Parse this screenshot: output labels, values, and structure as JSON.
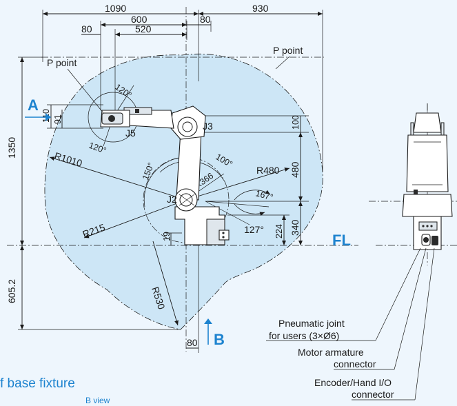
{
  "dimensions": {
    "top_1090": "1090",
    "top_930": "930",
    "top_600": "600",
    "top_80a": "80",
    "top_80b": "80",
    "top_520": "520",
    "left_1350": "1350",
    "left_605": "605.2",
    "left_110": "110",
    "left_91": "91",
    "r1010": "R1010",
    "r480": "R480",
    "r366": "R366",
    "r215": "R215",
    "r530": "R530",
    "a120a": "120°",
    "a120b": "120°",
    "a150": "150°",
    "a100": "100°",
    "a167": "167°",
    "a127": "127°",
    "right_480": "480",
    "right_100": "100",
    "right_340": "340",
    "right_224": "224",
    "right_19": "19",
    "bottom_80": "80"
  },
  "labels": {
    "p_point_left": "P point",
    "p_point_right": "P point",
    "j2": "J2",
    "j3": "J3",
    "j5": "J5",
    "arrow_a": "A",
    "arrow_b": "B",
    "fl": "FL"
  },
  "callouts": {
    "pneumatic_line1": "Pneumatic joint",
    "pneumatic_line2": "for users (3×Ø6)",
    "motor_line1": "Motor armature",
    "motor_line2": "connector",
    "encoder_line1": "Encoder/Hand I/O",
    "encoder_line2": "connector"
  },
  "caption": {
    "main": "f base fixture",
    "sub": "B view"
  },
  "colors": {
    "background": "#eef6fd",
    "work_area": "#cde6f6",
    "accent_blue": "#1d83cf"
  }
}
